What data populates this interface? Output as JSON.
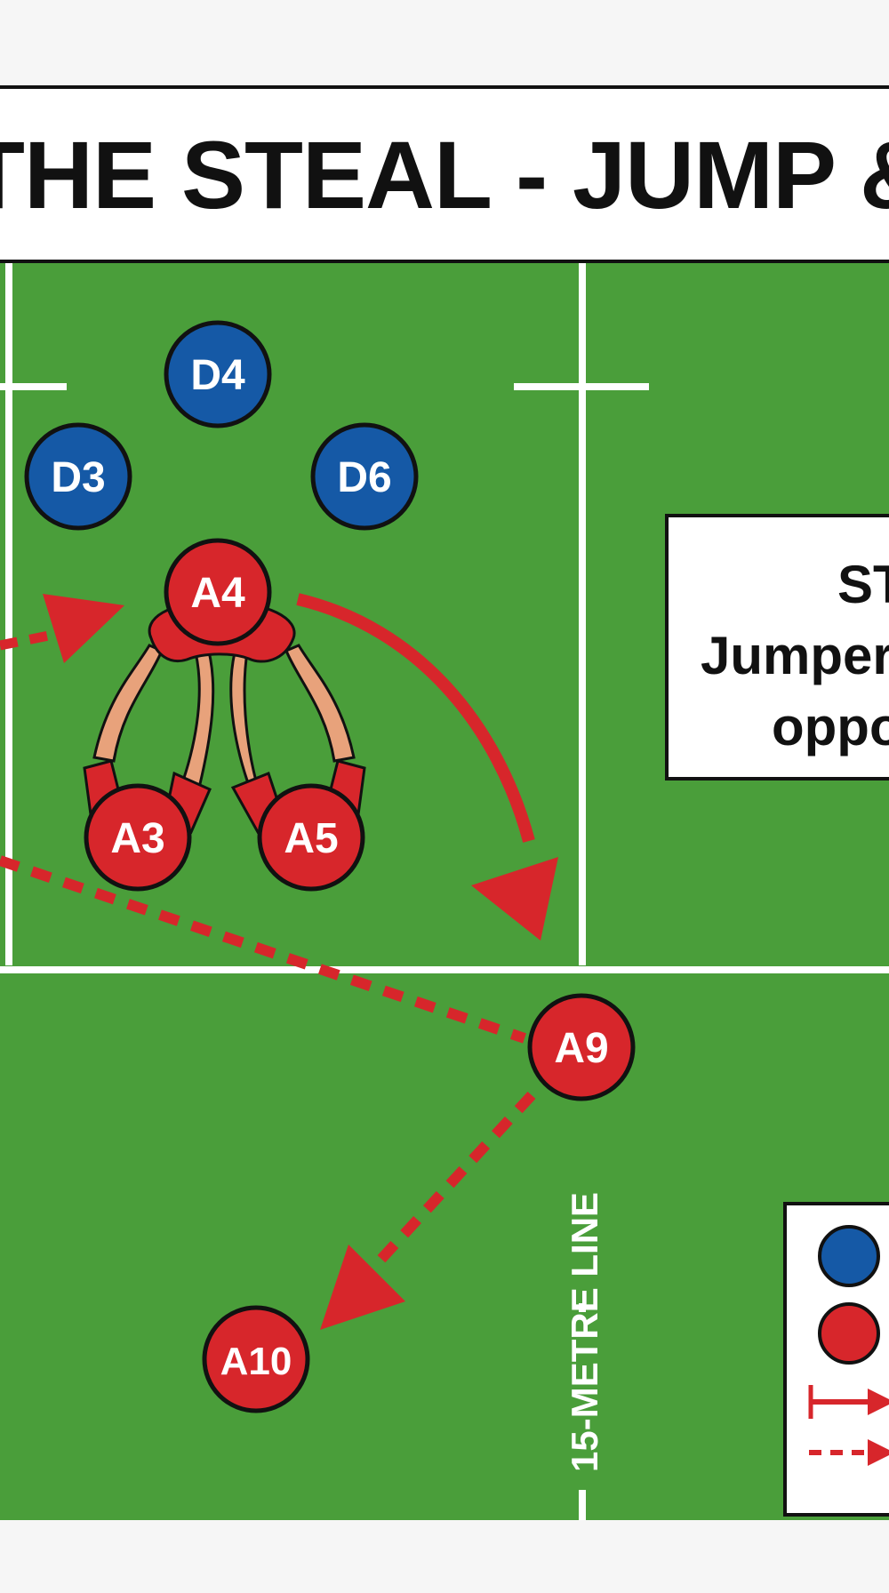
{
  "title": "THE STEAL - JUMP &",
  "colors": {
    "pitch": "#4a9e3a",
    "pitch_line": "#ffffff",
    "attacker": "#d7262b",
    "defender": "#1559a6",
    "skin": "#e8a27b",
    "arrow": "#d7262b"
  },
  "players": {
    "defenders": [
      "D4",
      "D3",
      "D6"
    ],
    "attackers": [
      "A4",
      "A3",
      "A5",
      "A9",
      "A10"
    ]
  },
  "field_line_label": "15-METRE LINE",
  "callout": {
    "lines": [
      "ST",
      "Jumper",
      "oppo"
    ]
  },
  "legend": {
    "items": [
      "defender-symbol",
      "attacker-symbol",
      "run-arrow",
      "pass-arrow"
    ]
  }
}
